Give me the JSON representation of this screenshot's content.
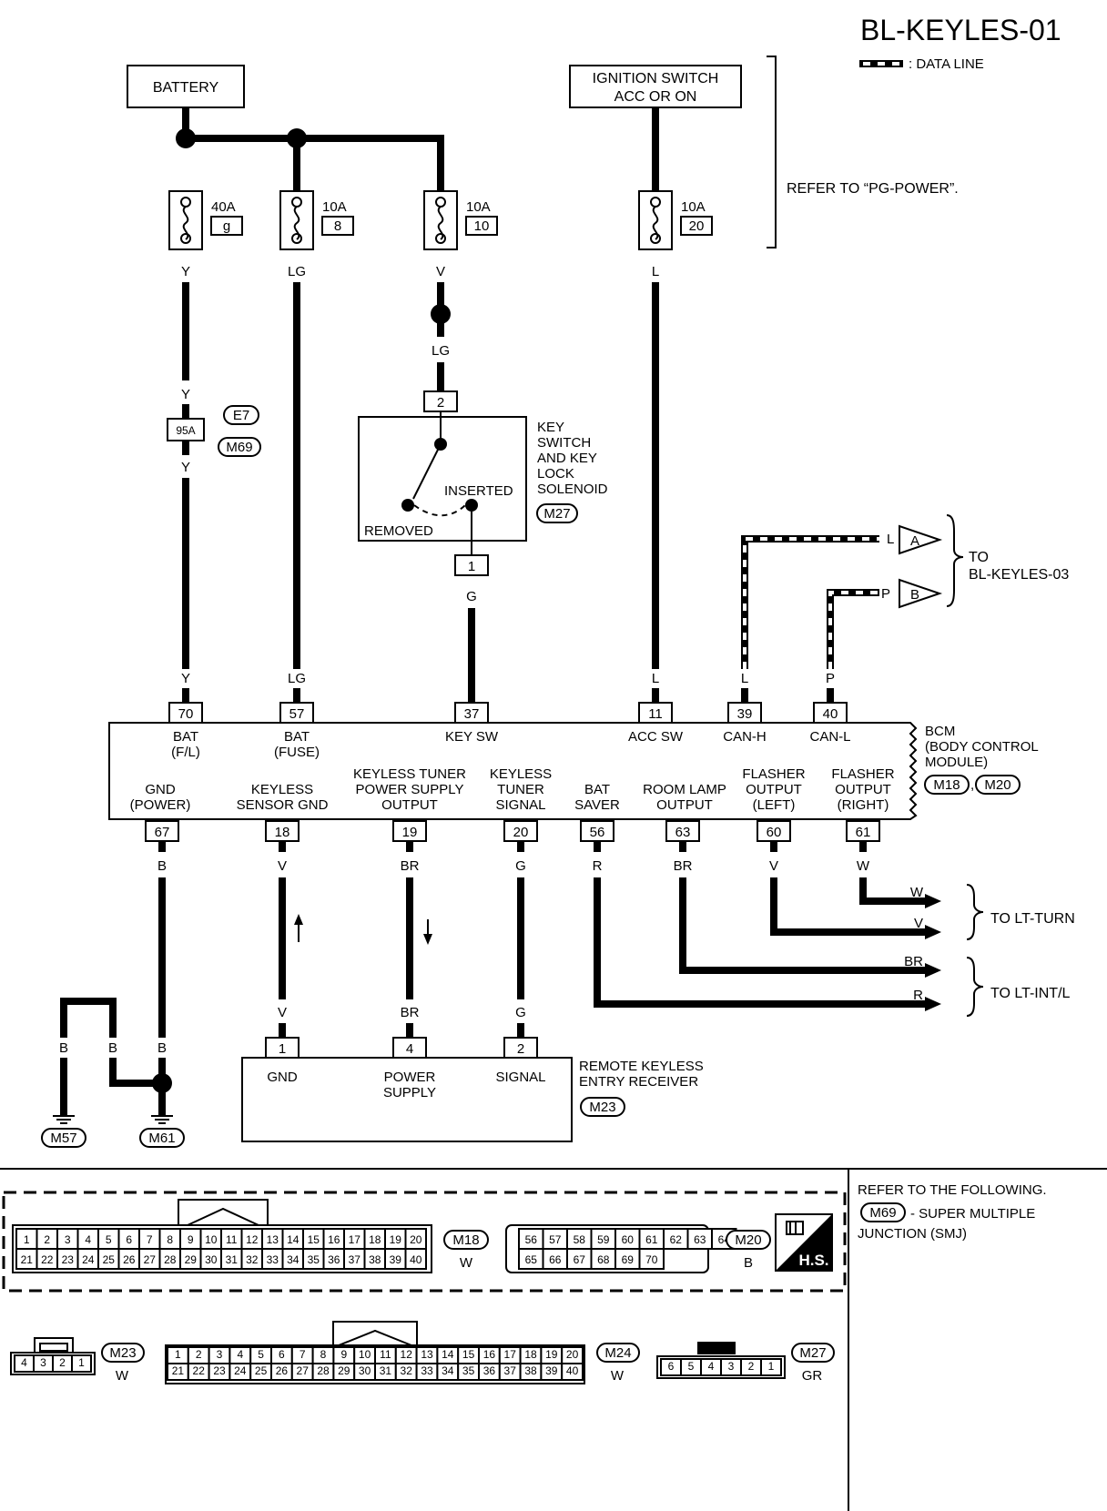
{
  "header": {
    "title": "BL-KEYLES-01",
    "legend_label": ": DATA LINE",
    "refer_pg": "REFER TO “PG-POWER”."
  },
  "sources": {
    "battery": "BATTERY",
    "ignition_line1": "IGNITION SWITCH",
    "ignition_line2": "ACC OR ON"
  },
  "fuses": [
    {
      "amp": "40A",
      "num": "g",
      "color_out": "Y"
    },
    {
      "amp": "10A",
      "num": "8",
      "color_out": "LG"
    },
    {
      "amp": "10A",
      "num": "10",
      "color_out": "V"
    },
    {
      "amp": "10A",
      "num": "20",
      "color_out": "L"
    }
  ],
  "joint": {
    "label": "95A",
    "conn1": "E7",
    "conn2": "M69",
    "wire_in": "Y",
    "wire_out": "Y"
  },
  "key_switch": {
    "pin_top": "2",
    "pin_bottom": "1",
    "wire_in_top": "LG",
    "wire_out": "G",
    "inserted": "INSERTED",
    "removed": "REMOVED",
    "name1": "KEY",
    "name2": "SWITCH",
    "name3": "AND KEY",
    "name4": "LOCK",
    "name5": "SOLENOID",
    "conn": "M27"
  },
  "bcm": {
    "name1": "BCM",
    "name2": "(BODY CONTROL",
    "name3": "MODULE)",
    "conn1": "M18",
    "conn2": "M20",
    "top_pins": [
      {
        "pin": "70",
        "wire": "Y",
        "l1": "BAT",
        "l2": "(F/L)"
      },
      {
        "pin": "57",
        "wire": "LG",
        "l1": "BAT",
        "l2": "(FUSE)"
      },
      {
        "pin": "37",
        "wire": "G",
        "l1": "KEY SW",
        "l2": ""
      },
      {
        "pin": "11",
        "wire": "L",
        "l1": "ACC SW",
        "l2": ""
      },
      {
        "pin": "39",
        "wire": "L",
        "l1": "CAN-H",
        "l2": ""
      },
      {
        "pin": "40",
        "wire": "P",
        "l1": "CAN-L",
        "l2": ""
      }
    ],
    "bottom_pins": [
      {
        "pin": "67",
        "wire": "B",
        "l1": "GND",
        "l2": "(POWER)",
        "l3": ""
      },
      {
        "pin": "18",
        "wire": "V",
        "l1": "KEYLESS",
        "l2": "SENSOR GND",
        "l3": ""
      },
      {
        "pin": "19",
        "wire": "BR",
        "l1": "KEYLESS TUNER",
        "l2": "POWER SUPPLY",
        "l3": "OUTPUT"
      },
      {
        "pin": "20",
        "wire": "G",
        "l1": "KEYLESS",
        "l2": "TUNER",
        "l3": "SIGNAL"
      },
      {
        "pin": "56",
        "wire": "R",
        "l1": "BAT",
        "l2": "SAVER",
        "l3": ""
      },
      {
        "pin": "63",
        "wire": "BR",
        "l1": "ROOM LAMP",
        "l2": "OUTPUT",
        "l3": ""
      },
      {
        "pin": "60",
        "wire": "V",
        "l1": "FLASHER",
        "l2": "OUTPUT",
        "l3": "(LEFT)"
      },
      {
        "pin": "61",
        "wire": "W",
        "l1": "FLASHER",
        "l2": "OUTPUT",
        "l3": "(RIGHT)"
      }
    ]
  },
  "can_out": {
    "a_wire": "L",
    "a": "A",
    "b_wire": "P",
    "b": "B",
    "to1": "TO",
    "to2": "BL-KEYLES-03"
  },
  "outputs": {
    "turn_w": "W",
    "turn_v": "V",
    "to_turn": "TO LT-TURN",
    "int_br": "BR",
    "int_r": "R",
    "to_int": "TO LT-INT/L"
  },
  "receiver": {
    "name1": "REMOTE KEYLESS",
    "name2": "ENTRY RECEIVER",
    "conn": "M23",
    "pins": [
      {
        "pin": "1",
        "wire": "V",
        "l1": "GND",
        "l2": ""
      },
      {
        "pin": "4",
        "wire": "BR",
        "l1": "POWER",
        "l2": "SUPPLY"
      },
      {
        "pin": "2",
        "wire": "G",
        "l1": "SIGNAL",
        "l2": ""
      }
    ]
  },
  "grounds": {
    "wire1": "B",
    "wire2": "B",
    "wire3": "B",
    "g1": "M57",
    "g2": "M61"
  },
  "connectors": {
    "m18": {
      "id": "M18",
      "color": "W"
    },
    "m20": {
      "id": "M20",
      "color": "B"
    },
    "m23": {
      "id": "M23",
      "color": "W"
    },
    "m24": {
      "id": "M24",
      "color": "W"
    },
    "m27": {
      "id": "M27",
      "color": "GR"
    },
    "hs": "H.S."
  },
  "refer_note": {
    "line1": "REFER TO THE FOLLOWING.",
    "conn": "M69",
    "line2": "- SUPER MULTIPLE",
    "line3": "JUNCTION (SMJ)"
  }
}
